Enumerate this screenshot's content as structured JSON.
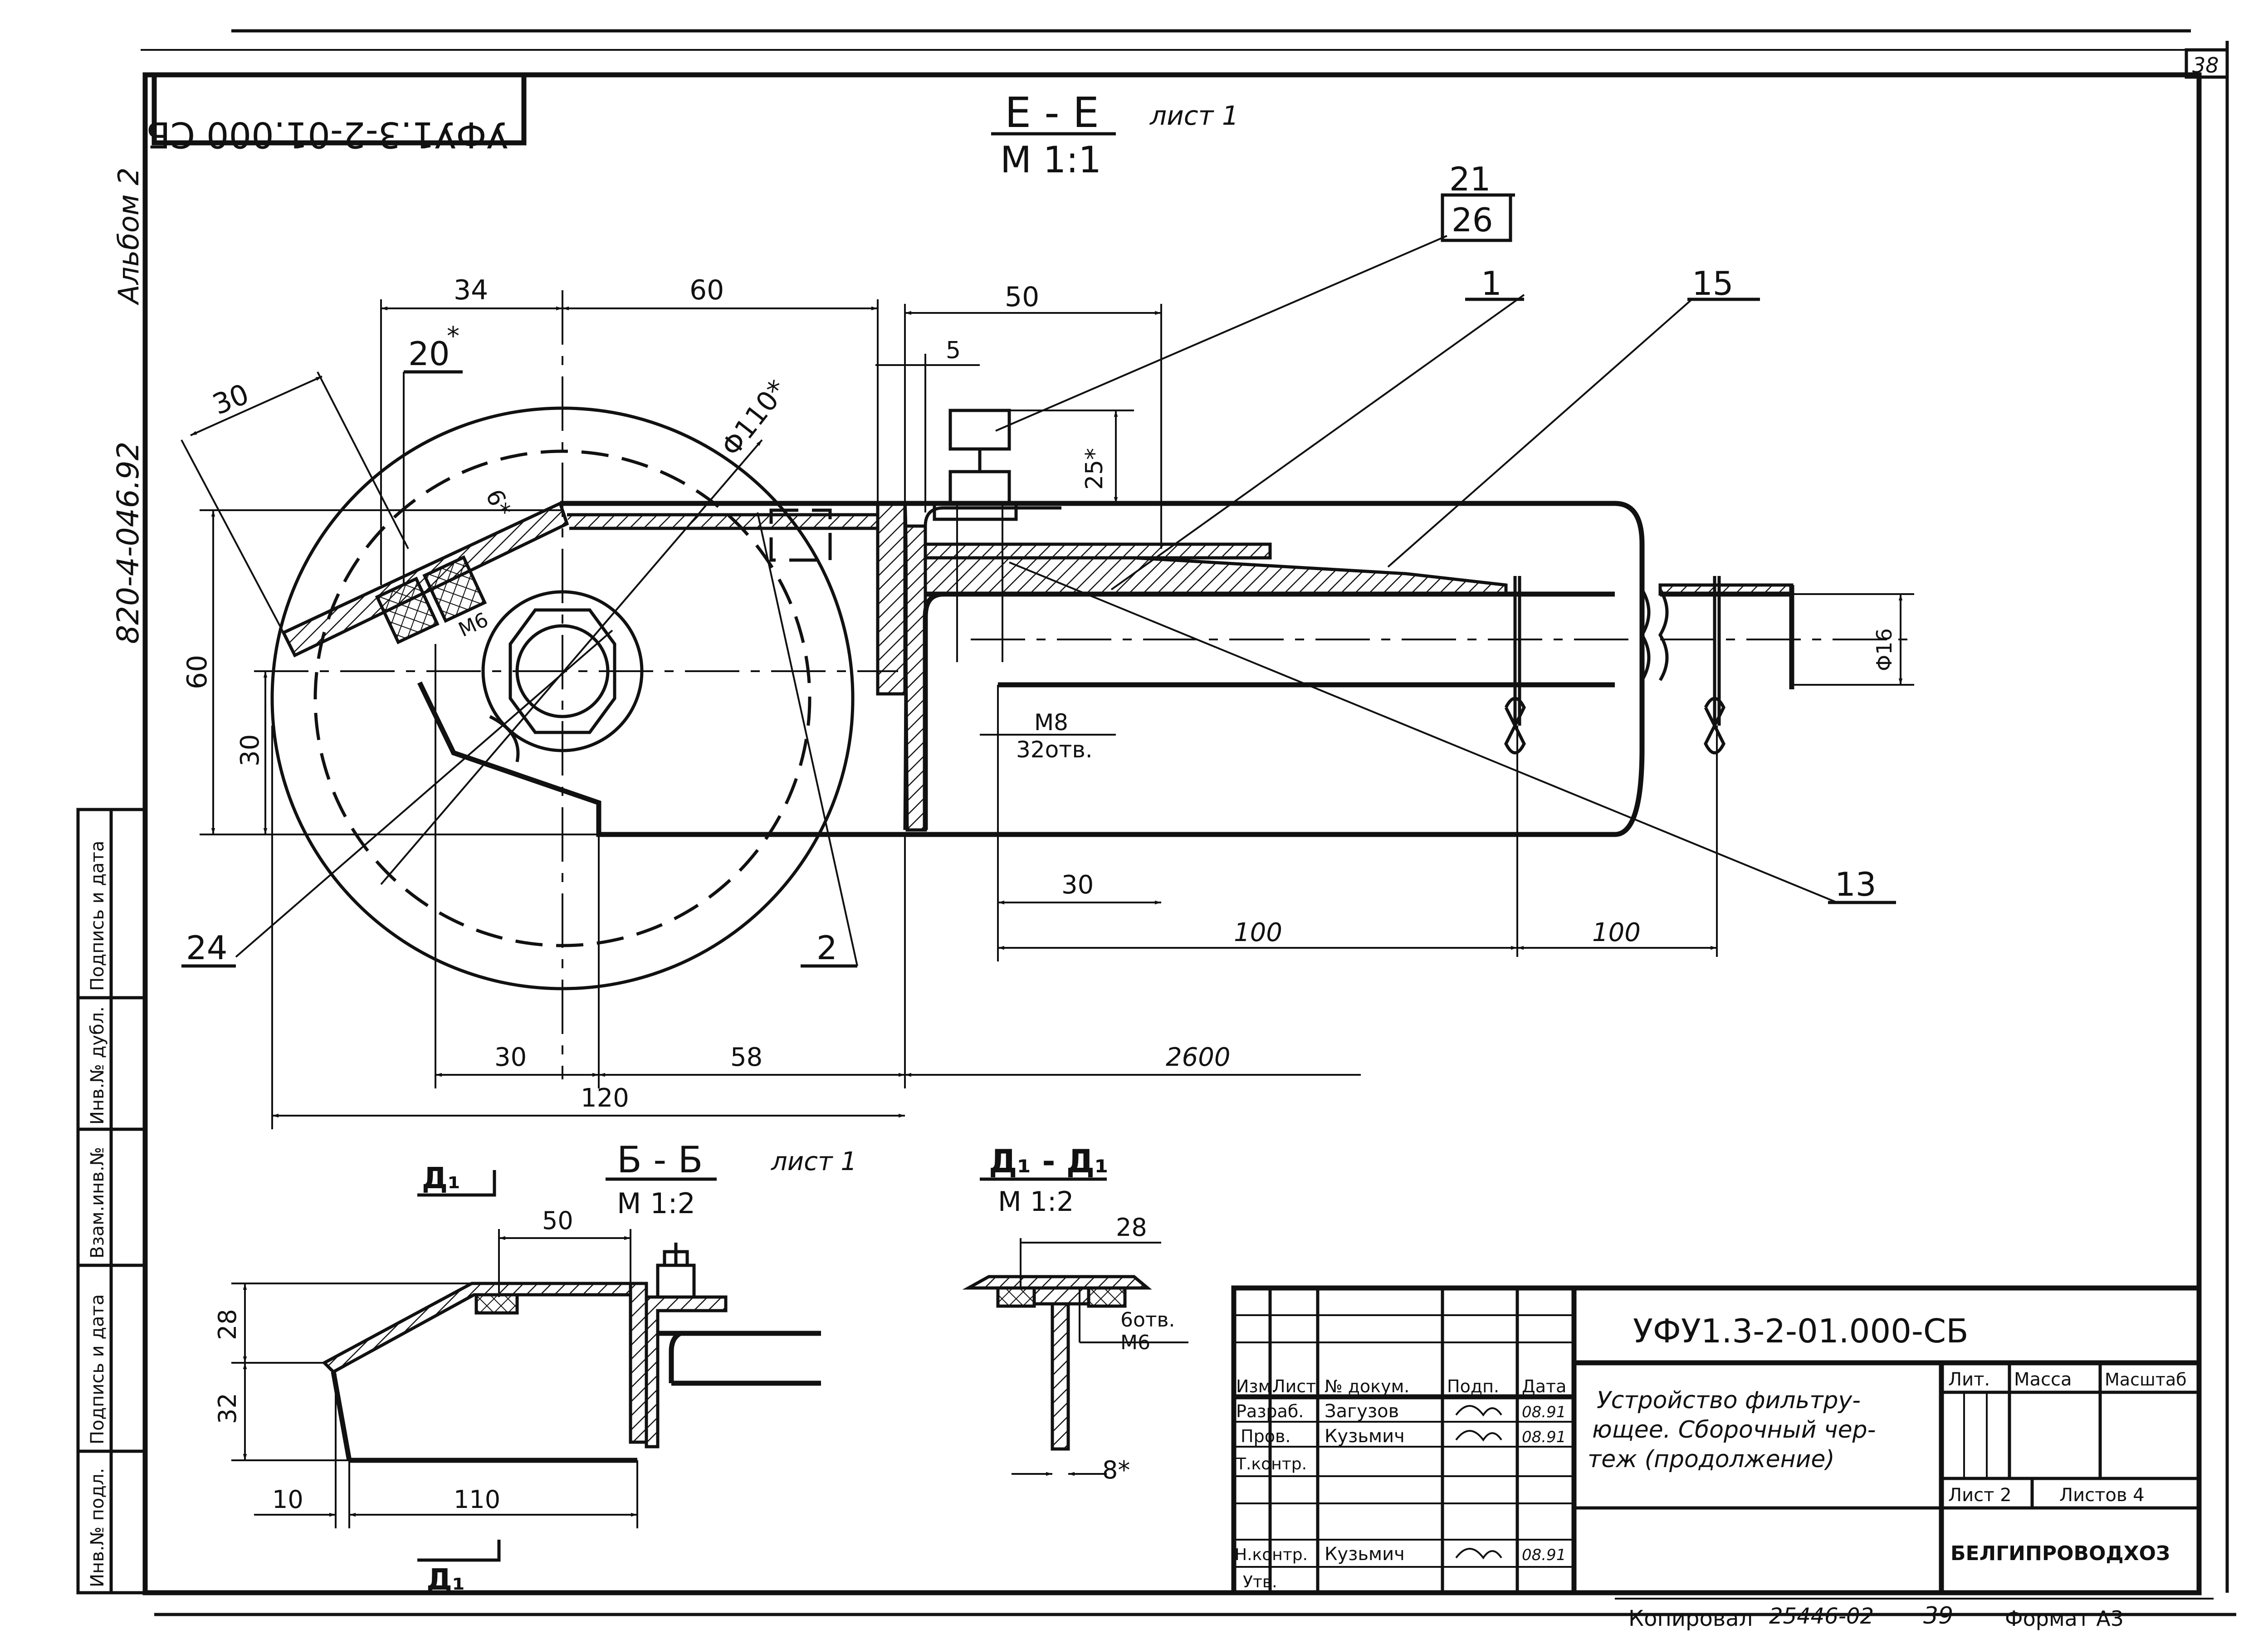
{
  "drawing": {
    "sheet_corner": "38",
    "stamp_code": "УФУ1.3-2-01.000 СБ",
    "album": "Альбом 2",
    "archive_code": "820-4-046.92",
    "section_ee": {
      "label": "Е - Е",
      "ref": "лист 1",
      "scale": "М 1:1"
    },
    "section_bb": {
      "label": "Б - Б",
      "ref": "лист 1",
      "scale": "М 1:2"
    },
    "section_dd": {
      "label": "Д₁ - Д₁",
      "scale": "М 1:2"
    },
    "d1_mark": "Д₁",
    "callouts": {
      "c21": "21",
      "c26": "26",
      "c1": "1",
      "c15": "15",
      "c13": "13",
      "c2": "2",
      "c24": "24",
      "c20": "20",
      "star": "*"
    },
    "dims_main": {
      "d34": "34",
      "d60a": "60",
      "d50a": "50",
      "d5": "5",
      "d30a": "30",
      "phi110": "Φ110*",
      "d6": "6*",
      "m6a": "М6",
      "d25": "25*",
      "d60b": "60",
      "d30b": "30",
      "m8": "М8",
      "holes32": "32отв.",
      "phi16": "Φ16",
      "d30c": "30",
      "d100a": "100",
      "d100b": "100",
      "d30d": "30",
      "d58": "58",
      "d2600": "2600",
      "d120": "120"
    },
    "dims_bb": {
      "d50": "50",
      "d28": "28",
      "d32": "32",
      "d10": "10",
      "d110": "110"
    },
    "dims_dd": {
      "d28": "28",
      "holes6": "6отв.",
      "m6": "М6",
      "d8": "8*"
    }
  },
  "side_strip": [
    "Инв.№ подл.",
    "Подпись и дата",
    "Взам.инв.№",
    "Инв.№ дубл.",
    "Подпись и дата"
  ],
  "title_block": {
    "designation": "УФУ1.3-2-01.000-СБ",
    "title_lines": [
      "Устройство фильтру-",
      "ющее. Сборочный чер-",
      "теж (продолжение)"
    ],
    "headers": [
      "Изм.",
      "Лист",
      "№ докум.",
      "Подп.",
      "Дата"
    ],
    "rows": [
      {
        "role": "Разраб.",
        "name": "Загузов",
        "date": "08.91"
      },
      {
        "role": "Пров.",
        "name": "Кузьмич",
        "date": "08.91"
      },
      {
        "role": "Т.контр.",
        "name": "",
        "date": ""
      },
      {
        "role": "",
        "name": "",
        "date": ""
      },
      {
        "role": "Н.контр.",
        "name": "Кузьмич",
        "date": "08.91"
      },
      {
        "role": "Утв.",
        "name": "",
        "date": ""
      }
    ],
    "lit": "Лит.",
    "mass": "Масса",
    "scale": "Масштаб",
    "sheet": "Лист 2",
    "sheets": "Листов 4",
    "org": "БЕЛГИПРОВОДХОЗ"
  },
  "footer": {
    "copied": "Копировал",
    "copied_num": "25446-02",
    "page": "39",
    "format": "Формат А3"
  }
}
